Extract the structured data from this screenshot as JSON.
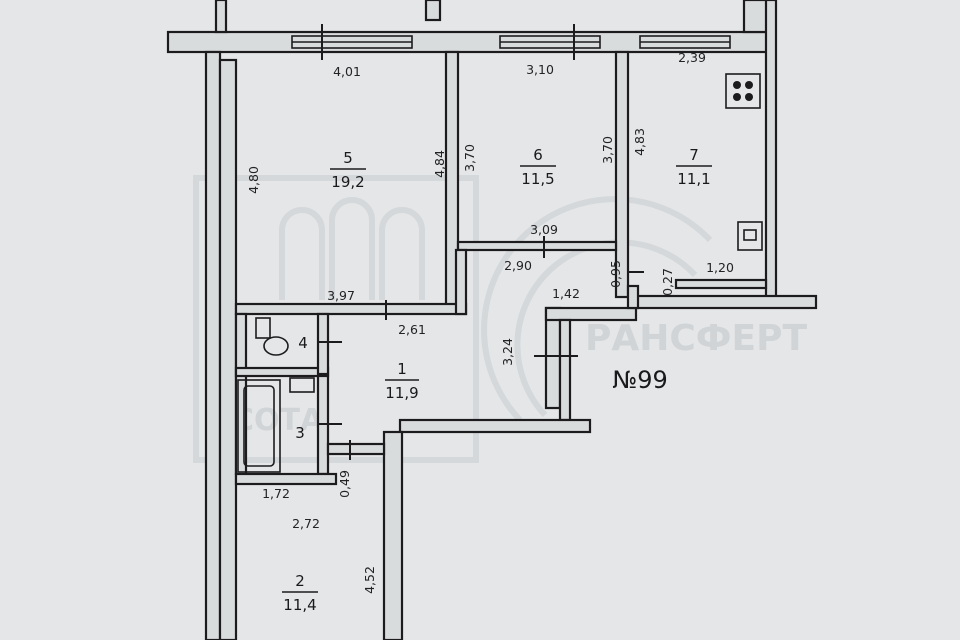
{
  "apartment_label": "№99",
  "rooms": [
    {
      "id": "5",
      "area": "19,2"
    },
    {
      "id": "6",
      "area": "11,5"
    },
    {
      "id": "7",
      "area": "11,1"
    },
    {
      "id": "4",
      "area": ""
    },
    {
      "id": "3",
      "area": ""
    },
    {
      "id": "1",
      "area": "11,9"
    },
    {
      "id": "2",
      "area": "11,4"
    }
  ],
  "dimensions": {
    "room5_top": "4,01",
    "room6_top": "3,10",
    "room7_top": "2,39",
    "room5_left": "4,80",
    "room5_right": "4,84",
    "room6_left": "3,70",
    "room6_right": "3,70",
    "room7_left": "4,83",
    "room6_bottom": "3,09",
    "hall_top": "2,90",
    "kitchen_step": "0,95",
    "kitchen_niche": "0,27",
    "kitchen_bottom": "1,20",
    "room5_bottom": "3,97",
    "hall_width": "2,61",
    "hall_step": "1,42",
    "hall_right": "3,24",
    "corridor": "0,49",
    "room2_top": "1,72",
    "room2_width": "2,72",
    "room2_right": "4,52"
  },
  "watermarks": [
    "СОТА",
    "РАНСФЕРТ"
  ]
}
